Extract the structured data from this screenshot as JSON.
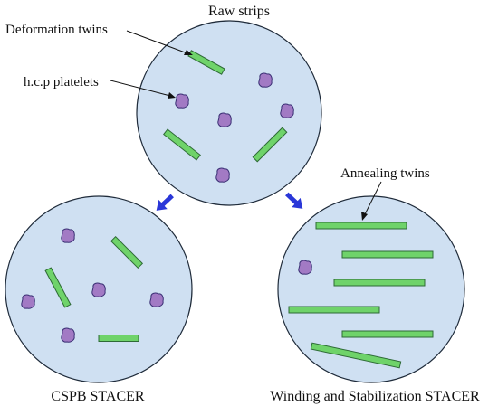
{
  "labels": {
    "raw_strips": "Raw strips",
    "deformation_twins": "Deformation twins",
    "hcp_platelets": "h.c.p platelets",
    "annealing_twins": "Annealing twins",
    "cspb_stacer": "CSPB STACER",
    "winding_stacer": "Winding and Stabilization STACER"
  },
  "colors": {
    "circle_fill": "#cfe0f2",
    "circle_stroke": "#1f2b3a",
    "twin_fill": "#6fd36a",
    "platelet_fill": "#a27ac4",
    "arrow": "#2a37d8"
  },
  "icons": [
    "twin-bar",
    "platelet-blob",
    "arrow-icon"
  ]
}
